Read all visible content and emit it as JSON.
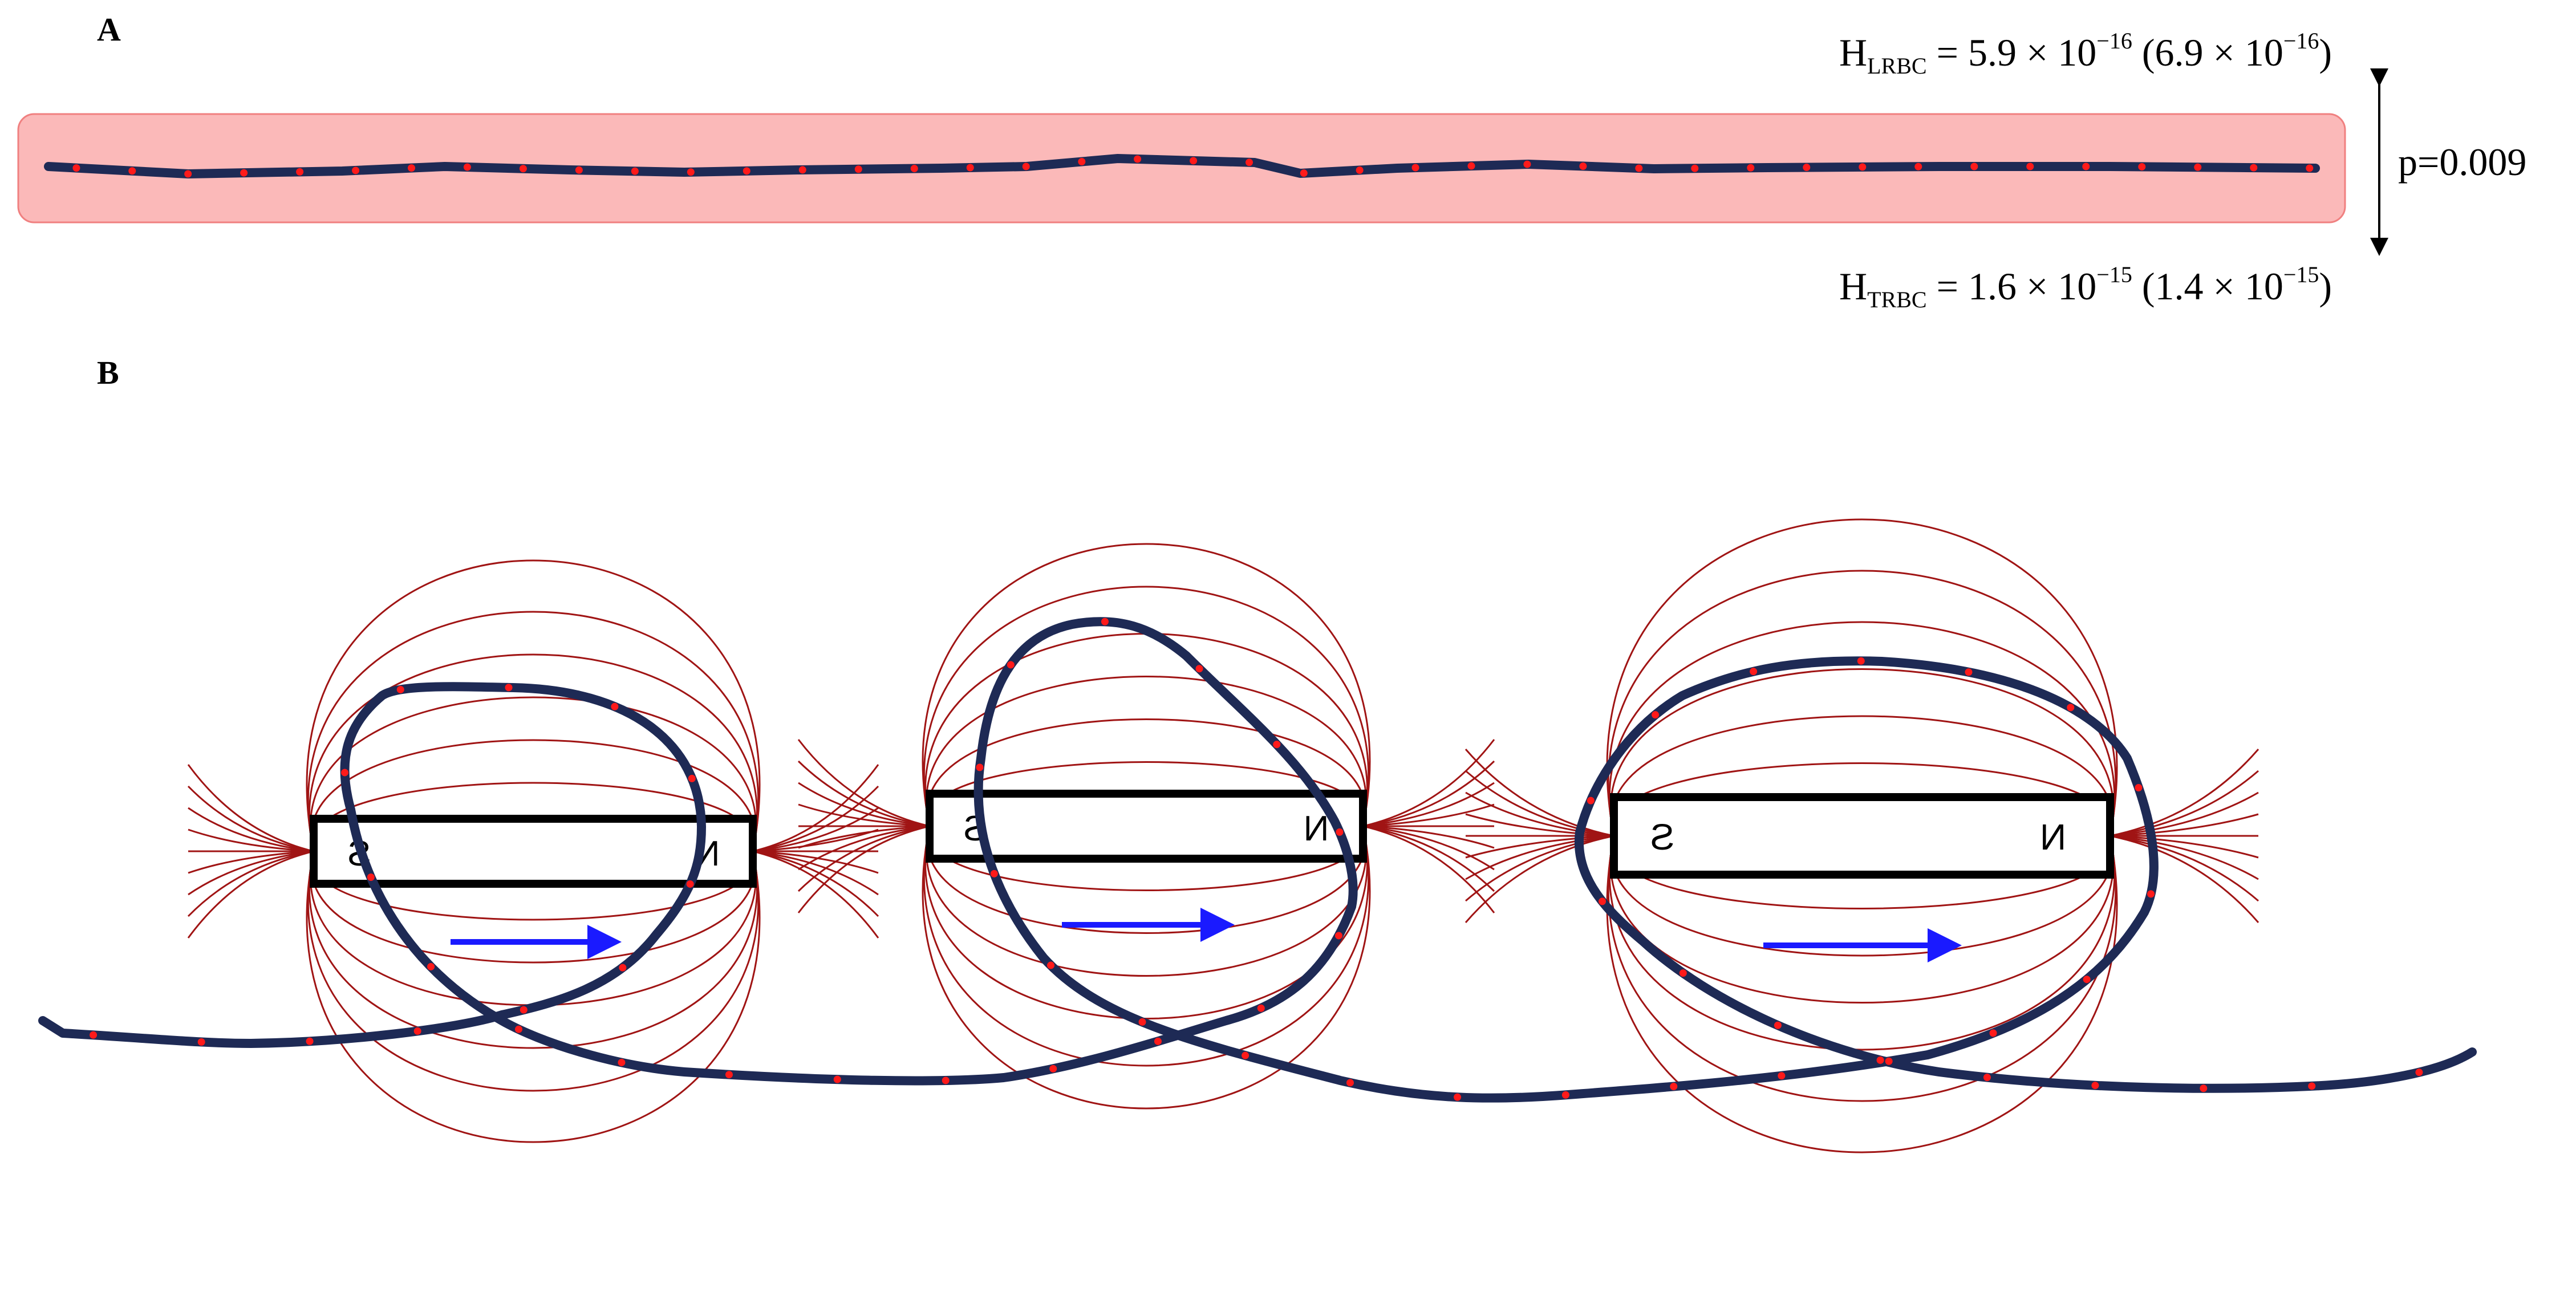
{
  "panel_a": {
    "label": "A",
    "formula_top": {
      "symbol": "H",
      "subscript": "LRBC",
      "text_1": " = 5.9 × 10",
      "exp_1": "−16",
      "text_2": " (6.9 × 10",
      "exp_2": "−16",
      "text_3": ")"
    },
    "formula_bottom": {
      "symbol": "H",
      "subscript": "TRBC",
      "text_1": " = 1.6 × 10",
      "exp_1": "−15",
      "text_2": " (1.4 × 10",
      "exp_2": "−15",
      "text_3": ")"
    },
    "p_value": "p=0.009"
  },
  "panel_b": {
    "label": "B",
    "magnets": [
      {
        "left_pole": "S",
        "right_pole": "N"
      },
      {
        "left_pole": "S",
        "right_pole": "N"
      },
      {
        "left_pole": "S",
        "right_pole": "N"
      }
    ]
  },
  "colors": {
    "background_band": "#fbb9b9",
    "band_border": "#f08080",
    "strand": "#1e2a55",
    "strand_dots": "#ff1a1a",
    "field_lines": "#a01414",
    "arrow": "#1a1aff"
  }
}
